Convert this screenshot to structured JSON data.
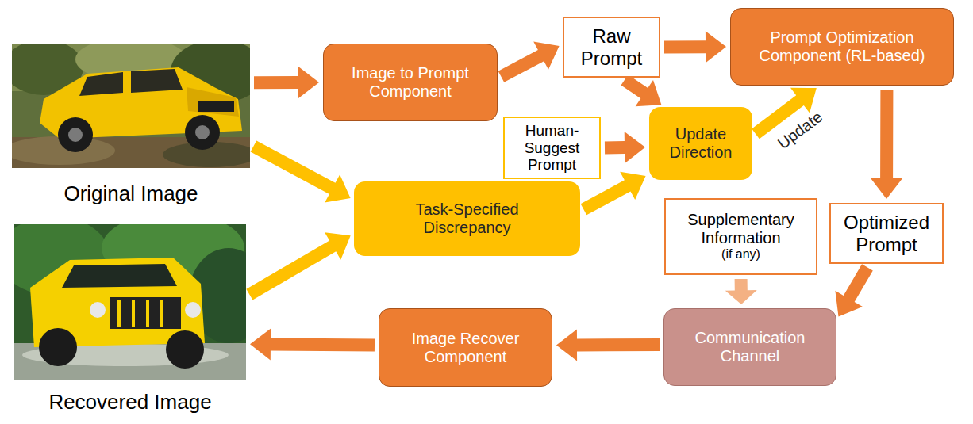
{
  "diagram": {
    "nodes": [
      {
        "text": [
          "Original Image"
        ]
      },
      {
        "text": [
          "Image to Prompt Component"
        ]
      },
      {
        "text": [
          "Raw Prompt"
        ]
      },
      {
        "text": [
          "Prompt Optimization Component (RL-based)"
        ]
      },
      {
        "text": [
          "Human-Suggest Prompt"
        ]
      },
      {
        "text": [
          "Update Direction"
        ]
      },
      {
        "text": [
          "Task-Specified Discrepancy"
        ]
      },
      {
        "text": [
          "Supplementary Information",
          "(if any)"
        ]
      },
      {
        "text": [
          "Optimized Prompt"
        ]
      },
      {
        "text": [
          "Recovered Image"
        ]
      },
      {
        "text": [
          "Image Recover Component"
        ]
      },
      {
        "text": [
          "Communication Channel"
        ]
      }
    ],
    "edges": [
      {
        "from": 0,
        "to": 1,
        "arrow": "to"
      },
      {
        "from": 0,
        "to": 6,
        "arrow": "to"
      },
      {
        "from": 1,
        "to": 2,
        "arrow": "to"
      },
      {
        "from": 2,
        "to": 3,
        "arrow": "to"
      },
      {
        "from": 2,
        "to": 5,
        "arrow": "to"
      },
      {
        "from": 4,
        "to": 5,
        "arrow": "to"
      },
      {
        "from": 9,
        "to": 6,
        "arrow": "to"
      },
      {
        "from": 6,
        "to": 5,
        "arrow": "to"
      },
      {
        "from": 5,
        "to": 3,
        "label": "Update",
        "arrow": "to"
      },
      {
        "from": 3,
        "to": 8,
        "arrow": "to"
      },
      {
        "from": 7,
        "to": 11,
        "arrow": "to"
      },
      {
        "from": 8,
        "to": 11,
        "arrow": "to"
      },
      {
        "from": 11,
        "to": 10,
        "arrow": "to"
      },
      {
        "from": 10,
        "to": 9,
        "arrow": "to"
      }
    ]
  }
}
